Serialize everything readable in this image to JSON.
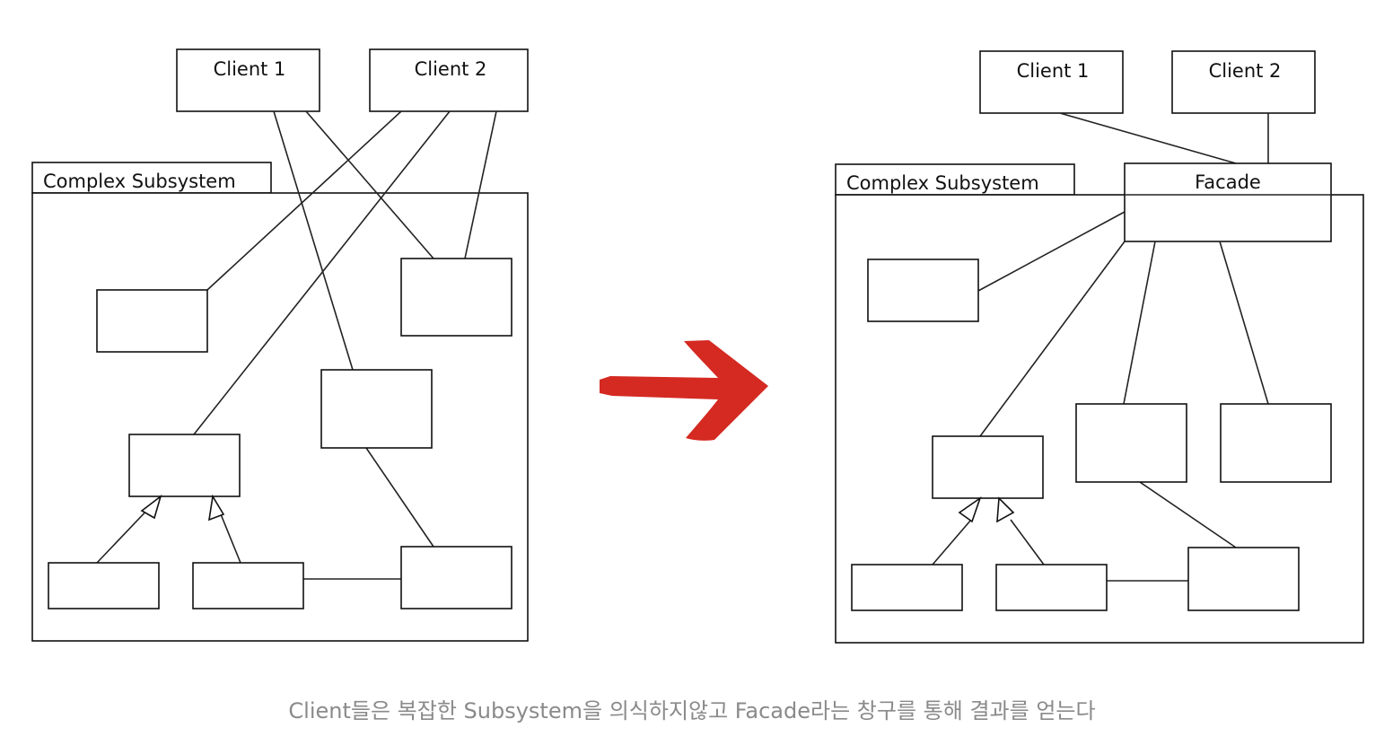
{
  "left": {
    "client1": "Client 1",
    "client2": "Client 2",
    "subsystem": "Complex Subsystem"
  },
  "right": {
    "client1": "Client 1",
    "client2": "Client 2",
    "subsystem": "Complex Subsystem",
    "facade": "Facade"
  },
  "arrow_color": "#d42a22",
  "caption": "Client들은 복잡한 Subsystem을 의식하지않고 Facade라는 창구를 통해 결과를 얻는다"
}
